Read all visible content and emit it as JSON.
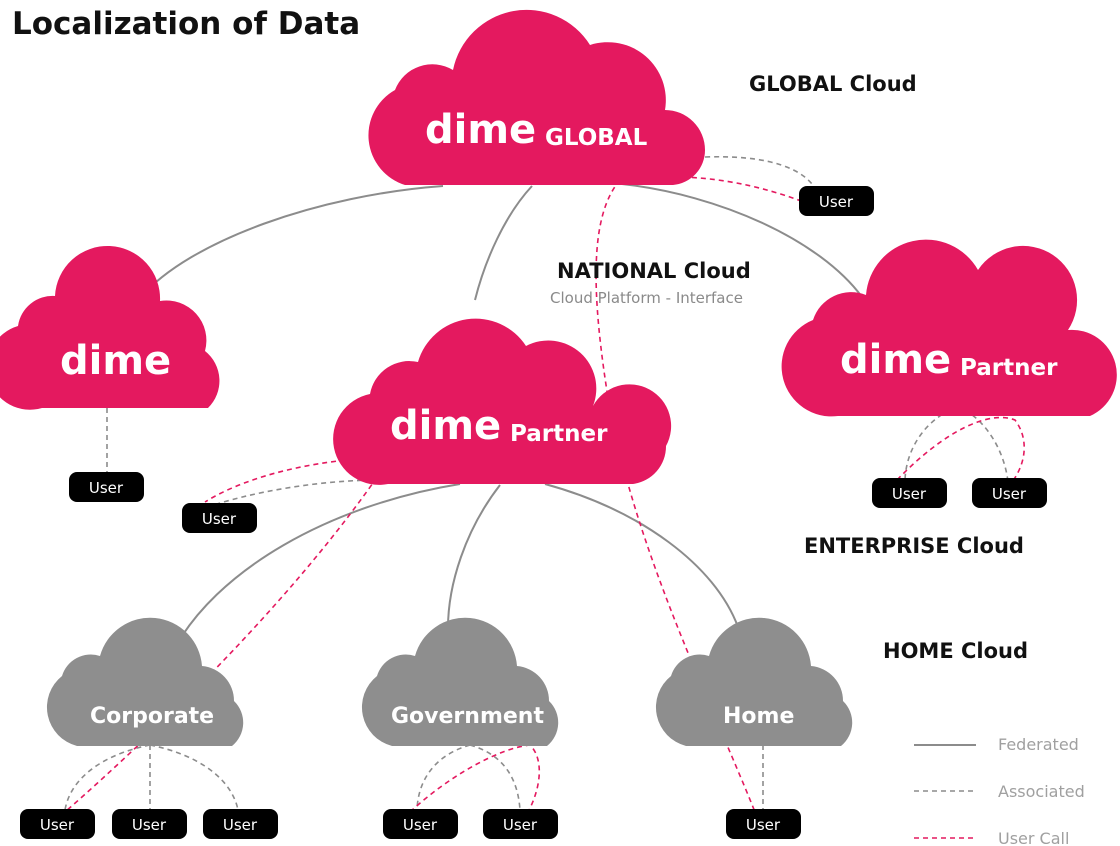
{
  "title": "Localization of Data",
  "tiers": {
    "global": "GLOBAL Cloud",
    "national": "NATIONAL Cloud",
    "national_sub": "Cloud Platform - Interface",
    "enterprise": "ENTERPRISE Cloud",
    "home": "HOME Cloud"
  },
  "clouds": {
    "global": {
      "brand": "dime",
      "label": "GLOBAL"
    },
    "left": {
      "brand": "dime"
    },
    "center": {
      "brand": "dime",
      "label": "Partner"
    },
    "right": {
      "brand": "dime",
      "label": "Partner"
    },
    "corporate": {
      "label": "Corporate"
    },
    "government": {
      "label": "Government"
    },
    "home": {
      "label": "Home"
    }
  },
  "user_label": "User",
  "legend": {
    "federated": "Federated",
    "associated": "Associated",
    "user_call": "User Call"
  },
  "colors": {
    "brand_pink": "#e4195f",
    "grey_cloud": "#8e8e8e",
    "user_badge": "#000000"
  }
}
